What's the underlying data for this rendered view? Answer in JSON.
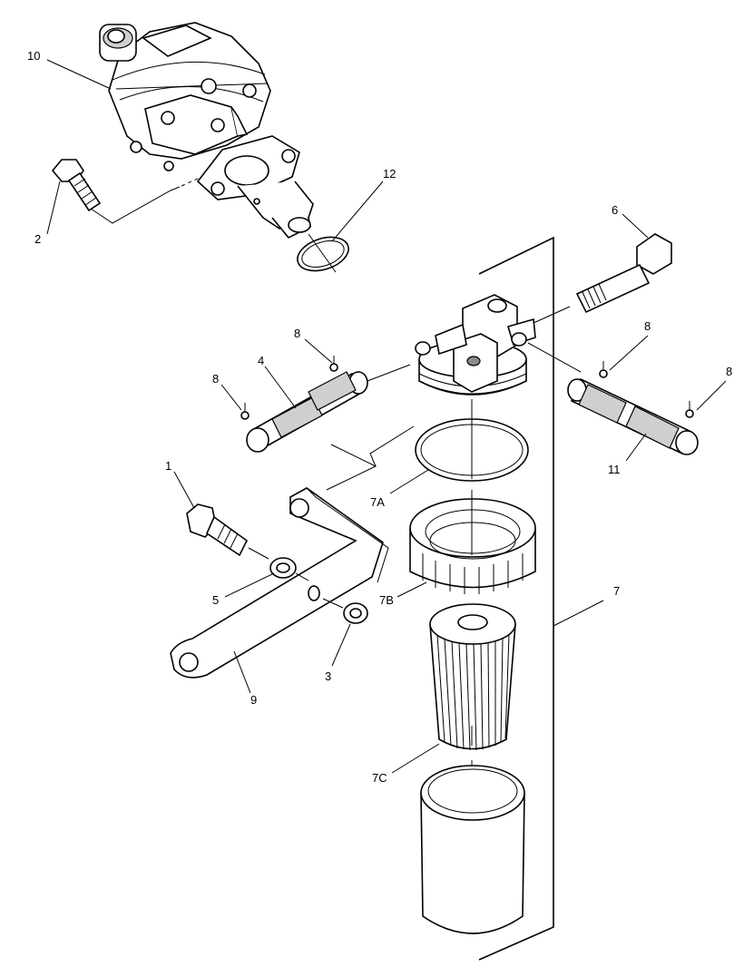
{
  "diagram": {
    "callouts": {
      "c1": "1",
      "c2": "2",
      "c3": "3",
      "c4": "4",
      "c5": "5",
      "c6": "6",
      "c7": "7",
      "c7a": "7A",
      "c7b": "7B",
      "c7c": "7C",
      "c8a": "8",
      "c8b": "8",
      "c8c": "8",
      "c8d": "8",
      "c9": "9",
      "c10": "10",
      "c11": "11",
      "c12": "12"
    },
    "line_color": "#000000",
    "background": "#ffffff"
  }
}
